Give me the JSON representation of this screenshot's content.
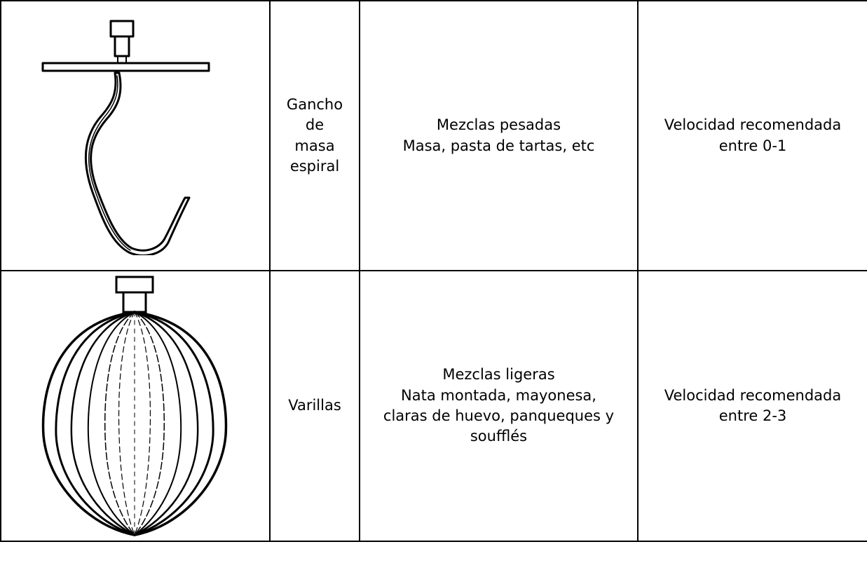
{
  "rows": [
    {
      "icon": "spiral-dough-hook-icon",
      "name_lines": [
        "Gancho",
        "de",
        "masa",
        "espiral"
      ],
      "use_title": "Mezclas pesadas",
      "use_detail_lines": [
        "Masa, pasta de tartas, etc"
      ],
      "speed_lines": [
        "Velocidad recomendada",
        "entre 0-1"
      ]
    },
    {
      "icon": "whisk-icon",
      "name_lines": [
        "Varillas"
      ],
      "use_title": "Mezclas ligeras",
      "use_detail_lines": [
        "Nata montada, mayonesa,",
        "claras de huevo, panqueques y",
        "soufflés"
      ],
      "speed_lines": [
        "Velocidad recomendada",
        "entre 2-3"
      ]
    }
  ]
}
